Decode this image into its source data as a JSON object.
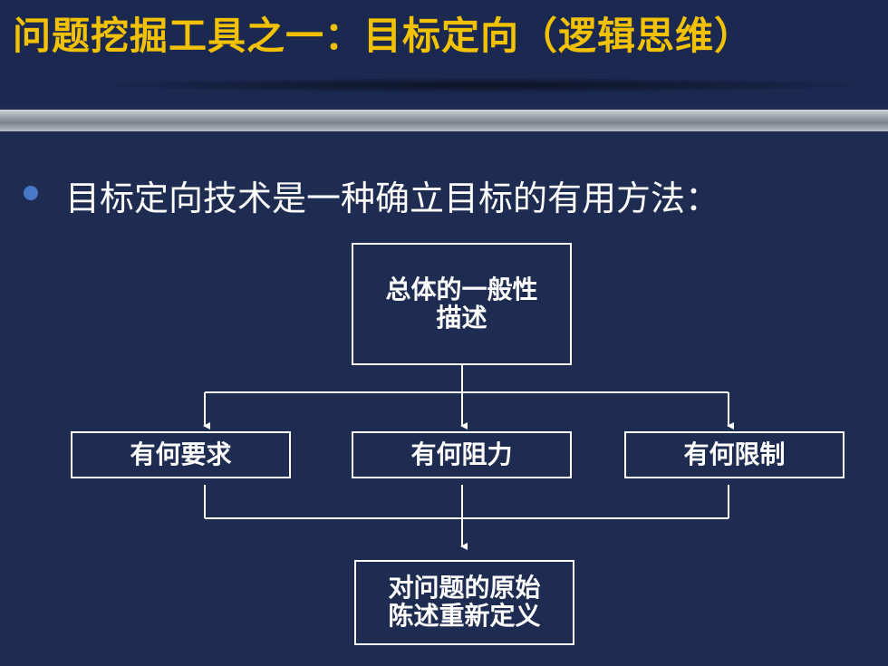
{
  "slide": {
    "title": "问题挖掘工具之一：目标定向（逻辑思维）",
    "bullet": "目标定向技术是一种确立目标的有用方法："
  },
  "diagram": {
    "top_box": "总体的一般性\n描述",
    "middle_boxes": [
      "有何要求",
      "有何阻力",
      "有何限制"
    ],
    "bottom_box": "对问题的原始\n陈述重新定义"
  },
  "colors": {
    "background": "#1e2c52",
    "title": "#f2c200",
    "text": "#ffffff",
    "bullet_dot": "#4a78c8"
  }
}
